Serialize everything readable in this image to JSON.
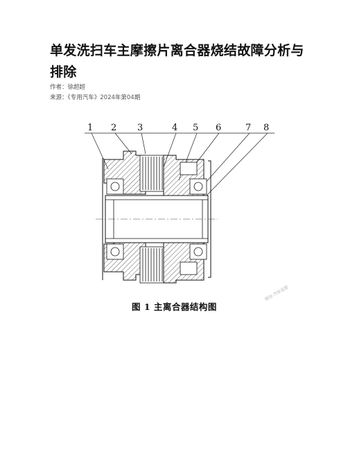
{
  "article": {
    "title": "单发洗扫车主摩擦片离合器烧结故障分析与排除",
    "author": "作者：徐超超",
    "source": "来源：《专用汽车》2024年第04期"
  },
  "figure": {
    "part_labels": [
      "1",
      "2",
      "3",
      "4",
      "5",
      "6",
      "7",
      "8"
    ],
    "caption": "图 1  主离合器结构图",
    "watermark": "微信·汽车运营"
  }
}
